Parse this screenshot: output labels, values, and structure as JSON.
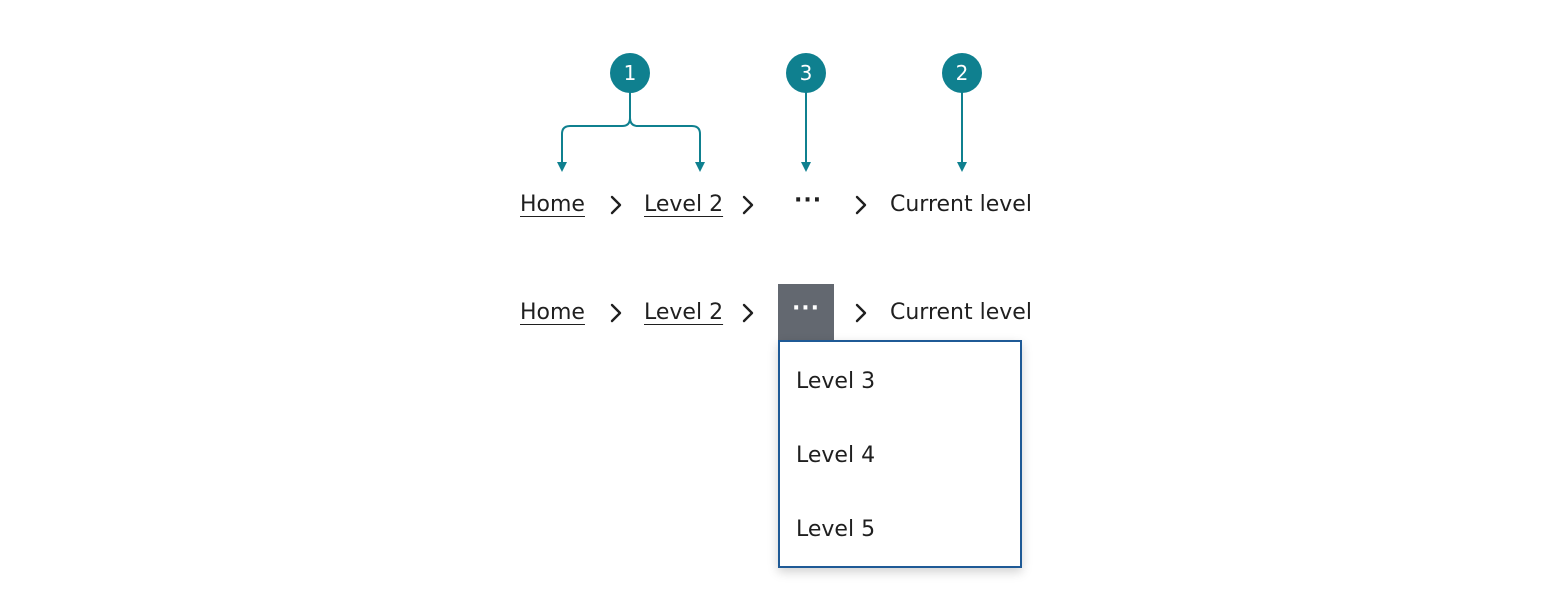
{
  "colors": {
    "annotation": "#0f808f",
    "text": "#1f1f1f",
    "button_bg": "#636870",
    "menu_border": "#1f5a96"
  },
  "callouts": [
    "1",
    "3",
    "2"
  ],
  "row1": {
    "items": [
      "Home",
      "Level 2",
      "···",
      "Current level"
    ]
  },
  "row2": {
    "items": [
      "Home",
      "Level 2",
      "···",
      "Current level"
    ],
    "menu": [
      "Level 3",
      "Level 4",
      "Level 5"
    ]
  },
  "icons": {
    "separator": "chevron-right-icon",
    "overflow": "ellipsis-icon"
  }
}
